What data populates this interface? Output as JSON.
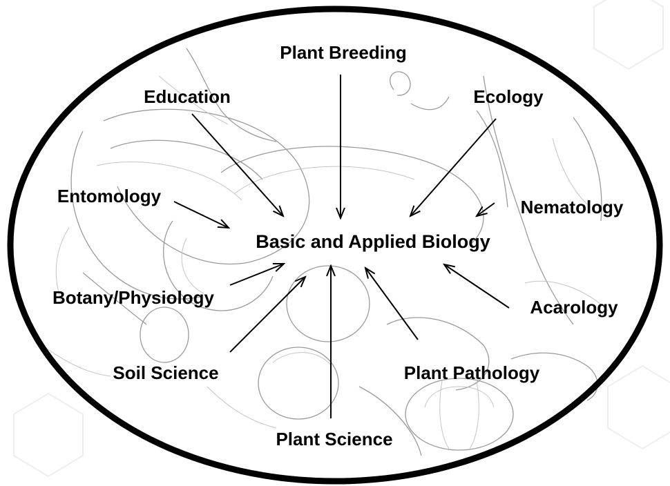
{
  "diagram": {
    "center": {
      "label": "Basic and Applied Biology"
    },
    "disciplines": [
      {
        "id": "plant-breeding",
        "label": "Plant Breeding"
      },
      {
        "id": "education",
        "label": "Education"
      },
      {
        "id": "ecology",
        "label": "Ecology"
      },
      {
        "id": "entomology",
        "label": "Entomology"
      },
      {
        "id": "nematology",
        "label": "Nematology"
      },
      {
        "id": "botany-physiology",
        "label": "Botany/Physiology"
      },
      {
        "id": "acarology",
        "label": "Acarology"
      },
      {
        "id": "soil-science",
        "label": "Soil Science"
      },
      {
        "id": "plant-pathology",
        "label": "Plant Pathology"
      },
      {
        "id": "plant-science",
        "label": "Plant Science"
      }
    ],
    "background": {
      "illustration": "harvest-cornucopia-sketch"
    },
    "colors": {
      "text": "#000000",
      "border": "#000000",
      "sketch": "#9a9a9a"
    }
  }
}
